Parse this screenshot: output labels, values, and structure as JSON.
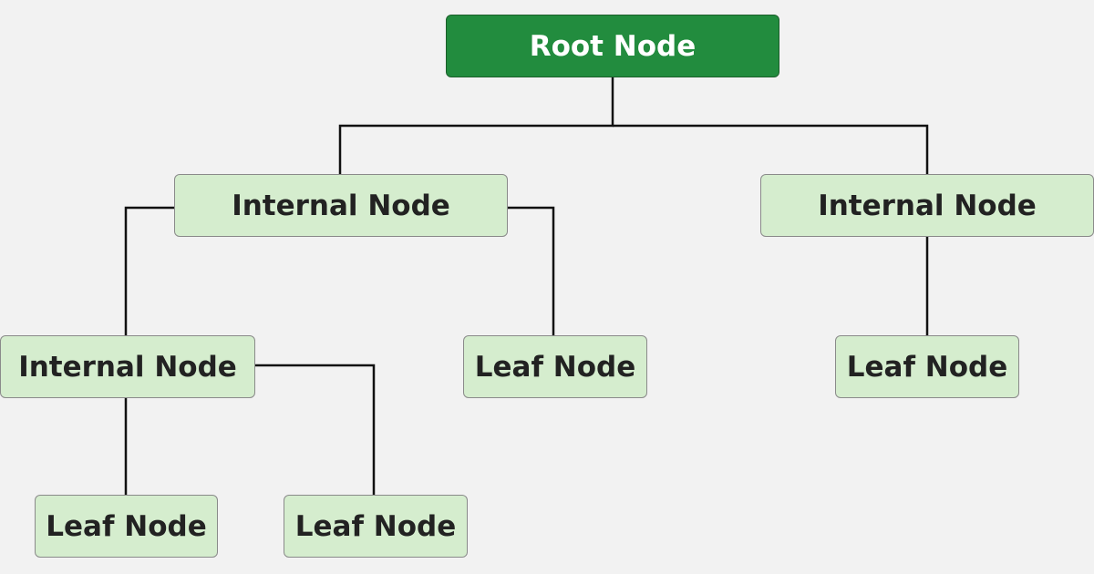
{
  "diagram": {
    "nodes": [
      {
        "id": "root",
        "label": "Root Node",
        "kind": "root"
      },
      {
        "id": "i1",
        "label": "Internal Node",
        "kind": "internal"
      },
      {
        "id": "i2",
        "label": "Internal Node",
        "kind": "internal"
      },
      {
        "id": "i3",
        "label": "Internal Node",
        "kind": "internal"
      },
      {
        "id": "l1",
        "label": "Leaf Node",
        "kind": "leaf"
      },
      {
        "id": "l2",
        "label": "Leaf Node",
        "kind": "leaf"
      },
      {
        "id": "l3",
        "label": "Leaf Node",
        "kind": "leaf"
      },
      {
        "id": "l4",
        "label": "Leaf Node",
        "kind": "leaf"
      }
    ],
    "edges": [
      {
        "from": "root",
        "to": "i1"
      },
      {
        "from": "root",
        "to": "i2"
      },
      {
        "from": "i1",
        "to": "i3"
      },
      {
        "from": "i1",
        "to": "l1"
      },
      {
        "from": "i2",
        "to": "l2"
      },
      {
        "from": "i3",
        "to": "l3"
      },
      {
        "from": "i3",
        "to": "l4"
      }
    ],
    "colors": {
      "root_fill": "#228c3e",
      "root_text": "#ffffff",
      "node_fill": "#d5edce",
      "node_border": "#8a8a8a",
      "node_text": "#222222",
      "connector": "#111111",
      "background": "#f2f2f2"
    }
  }
}
